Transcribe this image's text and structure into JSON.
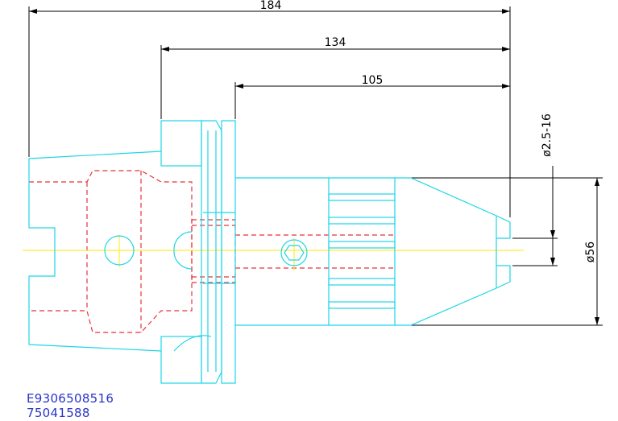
{
  "dimensions": {
    "overall_length": "184",
    "flange_length": "134",
    "body_length": "105",
    "clamping_range": "ø2.5-16",
    "outer_diameter": "ø56"
  },
  "part_codes": {
    "line1": "E9306508516",
    "line2": "75041588"
  },
  "colors": {
    "outline": "#1fd6e6",
    "hidden_lines": "#e8323a",
    "center_line": "#ffee33",
    "dimension_lines": "#000000",
    "part_code_text": "#2a34c8"
  }
}
